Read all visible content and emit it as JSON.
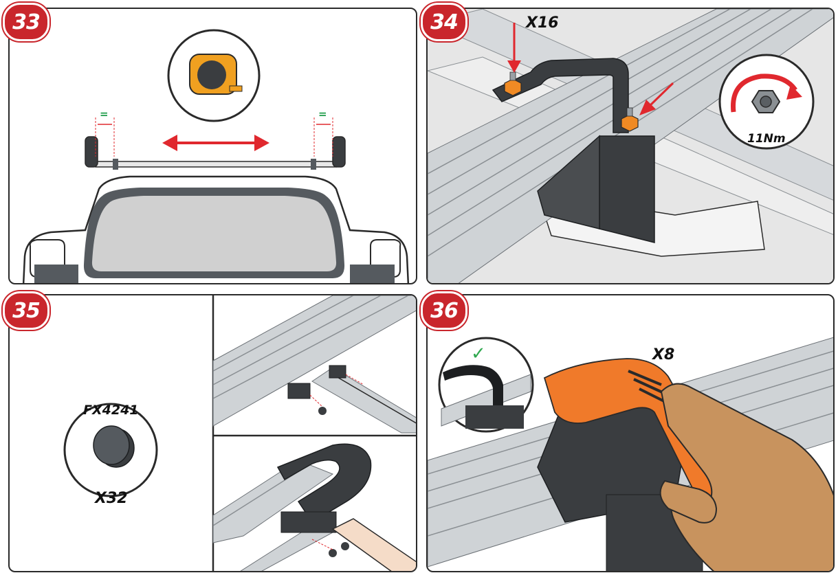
{
  "steps": {
    "s33": {
      "number": "33",
      "equal_left": "=",
      "equal_right": "=",
      "tool": "tape-measure"
    },
    "s34": {
      "number": "34",
      "quantity": "X16",
      "torque": "11Nm"
    },
    "s35": {
      "number": "35",
      "part_code": "FX4241",
      "quantity": "X32"
    },
    "s36": {
      "number": "36",
      "quantity": "X8",
      "check": "✓"
    }
  },
  "colors": {
    "badge": "#c9262c",
    "arrow": "#e0282e",
    "equal_mark": "#1e9d4a",
    "nut": "#f08a24",
    "end_cap": "#f07a2a",
    "check": "#2fa84f",
    "bracket": "#3a3d40",
    "rail": "#cfd3d6",
    "roof": "#e6e6e6"
  }
}
